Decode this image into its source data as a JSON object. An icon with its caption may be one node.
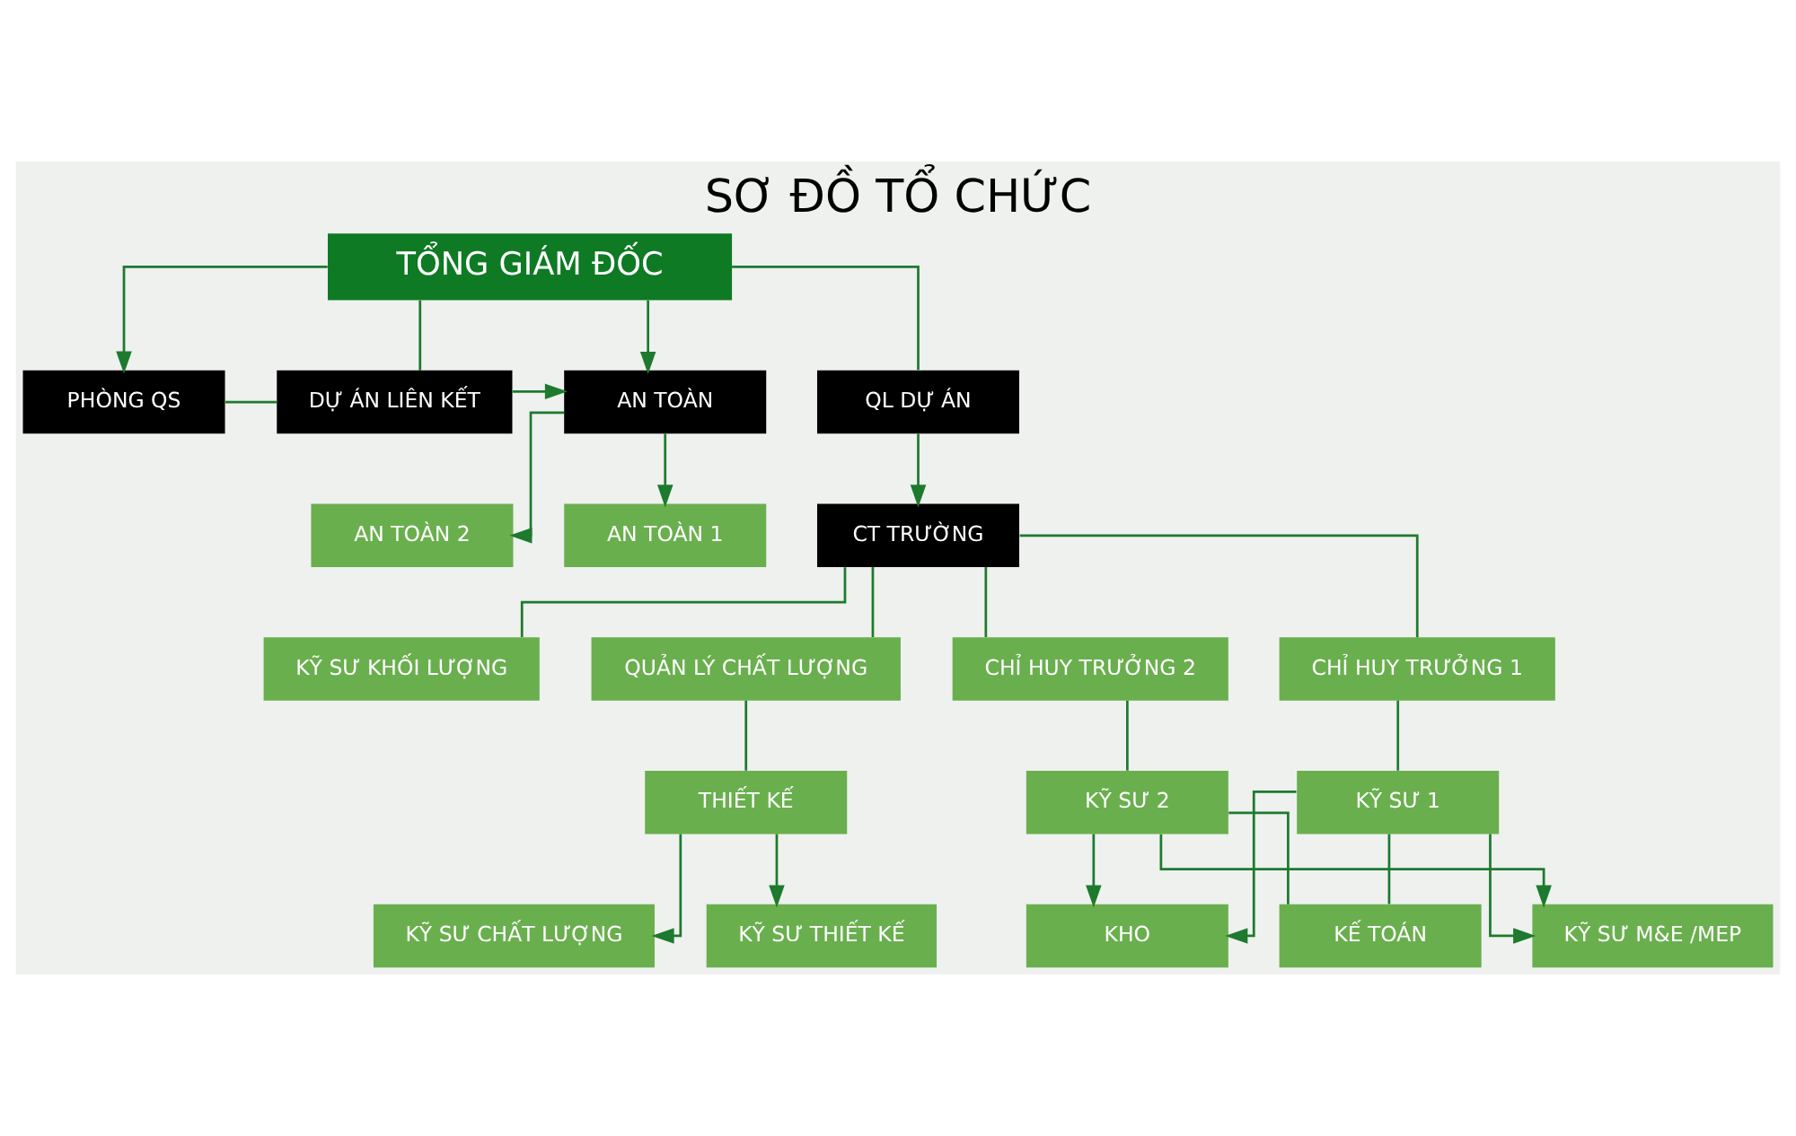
{
  "diagram": {
    "title": "SƠ ĐỒ TỔ CHỨC",
    "nodes": [
      {
        "text": [
          "TỔNG GIÁM ĐỐC"
        ]
      },
      {
        "text": [
          "PHÒNG QS"
        ]
      },
      {
        "text": [
          "DỰ ÁN LIÊN KẾT"
        ]
      },
      {
        "text": [
          "AN TOÀN"
        ]
      },
      {
        "text": [
          "QL DỰ ÁN"
        ]
      },
      {
        "text": [
          "AN TOÀN 1"
        ]
      },
      {
        "text": [
          "AN TOÀN 2"
        ]
      },
      {
        "text": [
          "CT TRƯỜNG"
        ]
      },
      {
        "text": [
          "KỸ SƯ KHỐI LƯỢNG"
        ]
      },
      {
        "text": [
          "QUẢN LÝ CHẤT LƯỢNG"
        ]
      },
      {
        "text": [
          "CHỈ HUY TRƯỞNG 1"
        ]
      },
      {
        "text": [
          "CHỈ HUY TRƯỞNG 2"
        ]
      },
      {
        "text": [
          "THIẾT KẾ"
        ]
      },
      {
        "text": [
          "KỸ SƯ 1"
        ]
      },
      {
        "text": [
          "KỸ SƯ 2"
        ]
      },
      {
        "text": [
          "KỸ SƯ THIẾT KẾ"
        ]
      },
      {
        "text": [
          "KỸ SƯ CHẤT LƯỢNG"
        ]
      },
      {
        "text": [
          "KHO"
        ]
      },
      {
        "text": [
          "KẾ TOÁN"
        ]
      },
      {
        "text": [
          "KỸ SƯ M&E /MEP"
        ]
      }
    ],
    "edges": [
      {
        "from": 0,
        "to": 1,
        "arrow": "to"
      },
      {
        "from": 0,
        "to": 2,
        "arrow": "none"
      },
      {
        "from": 0,
        "to": 3,
        "arrow": "to"
      },
      {
        "from": 0,
        "to": 4,
        "arrow": "none"
      },
      {
        "from": 1,
        "to": 2,
        "arrow": "none"
      },
      {
        "from": 2,
        "to": 3,
        "arrow": "to"
      },
      {
        "from": 3,
        "to": 5,
        "arrow": "to"
      },
      {
        "from": 3,
        "to": 6,
        "arrow": "to"
      },
      {
        "from": 4,
        "to": 7,
        "arrow": "to"
      },
      {
        "from": 7,
        "to": 8,
        "arrow": "none"
      },
      {
        "from": 7,
        "to": 9,
        "arrow": "none"
      },
      {
        "from": 7,
        "to": 10,
        "arrow": "none"
      },
      {
        "from": 7,
        "to": 11,
        "arrow": "none"
      },
      {
        "from": 9,
        "to": 12,
        "arrow": "none"
      },
      {
        "from": 10,
        "to": 13,
        "arrow": "none"
      },
      {
        "from": 11,
        "to": 14,
        "arrow": "none"
      },
      {
        "from": 12,
        "to": 15,
        "arrow": "to"
      },
      {
        "from": 12,
        "to": 16,
        "arrow": "to"
      },
      {
        "from": 13,
        "to": 17,
        "arrow": "to"
      },
      {
        "from": 13,
        "to": 18,
        "arrow": "none"
      },
      {
        "from": 13,
        "to": 19,
        "arrow": "to"
      },
      {
        "from": 14,
        "to": 17,
        "arrow": "to"
      },
      {
        "from": 14,
        "to": 18,
        "arrow": "none"
      },
      {
        "from": 14,
        "to": 19,
        "arrow": "to"
      }
    ]
  }
}
